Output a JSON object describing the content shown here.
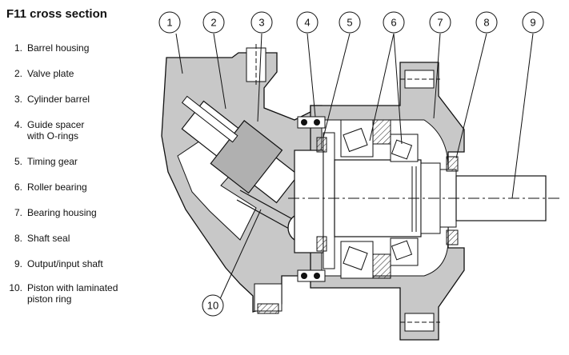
{
  "title": "F11 cross section",
  "legend": [
    {
      "num": "1.",
      "label": "Barrel housing"
    },
    {
      "num": "2.",
      "label": "Valve plate"
    },
    {
      "num": "3.",
      "label": "Cylinder barrel"
    },
    {
      "num": "4.",
      "label": "Guide spacer",
      "label2": "with O-rings"
    },
    {
      "num": "5.",
      "label": "Timing gear"
    },
    {
      "num": "6.",
      "label": "Roller bearing"
    },
    {
      "num": "7.",
      "label": "Bearing housing"
    },
    {
      "num": "8.",
      "label": "Shaft seal"
    },
    {
      "num": "9.",
      "label": "Output/input shaft"
    },
    {
      "num": "10.",
      "label": "Piston with laminated",
      "label2": "piston ring"
    }
  ],
  "callouts": [
    "1",
    "2",
    "3",
    "4",
    "5",
    "6",
    "7",
    "8",
    "9",
    "10"
  ]
}
